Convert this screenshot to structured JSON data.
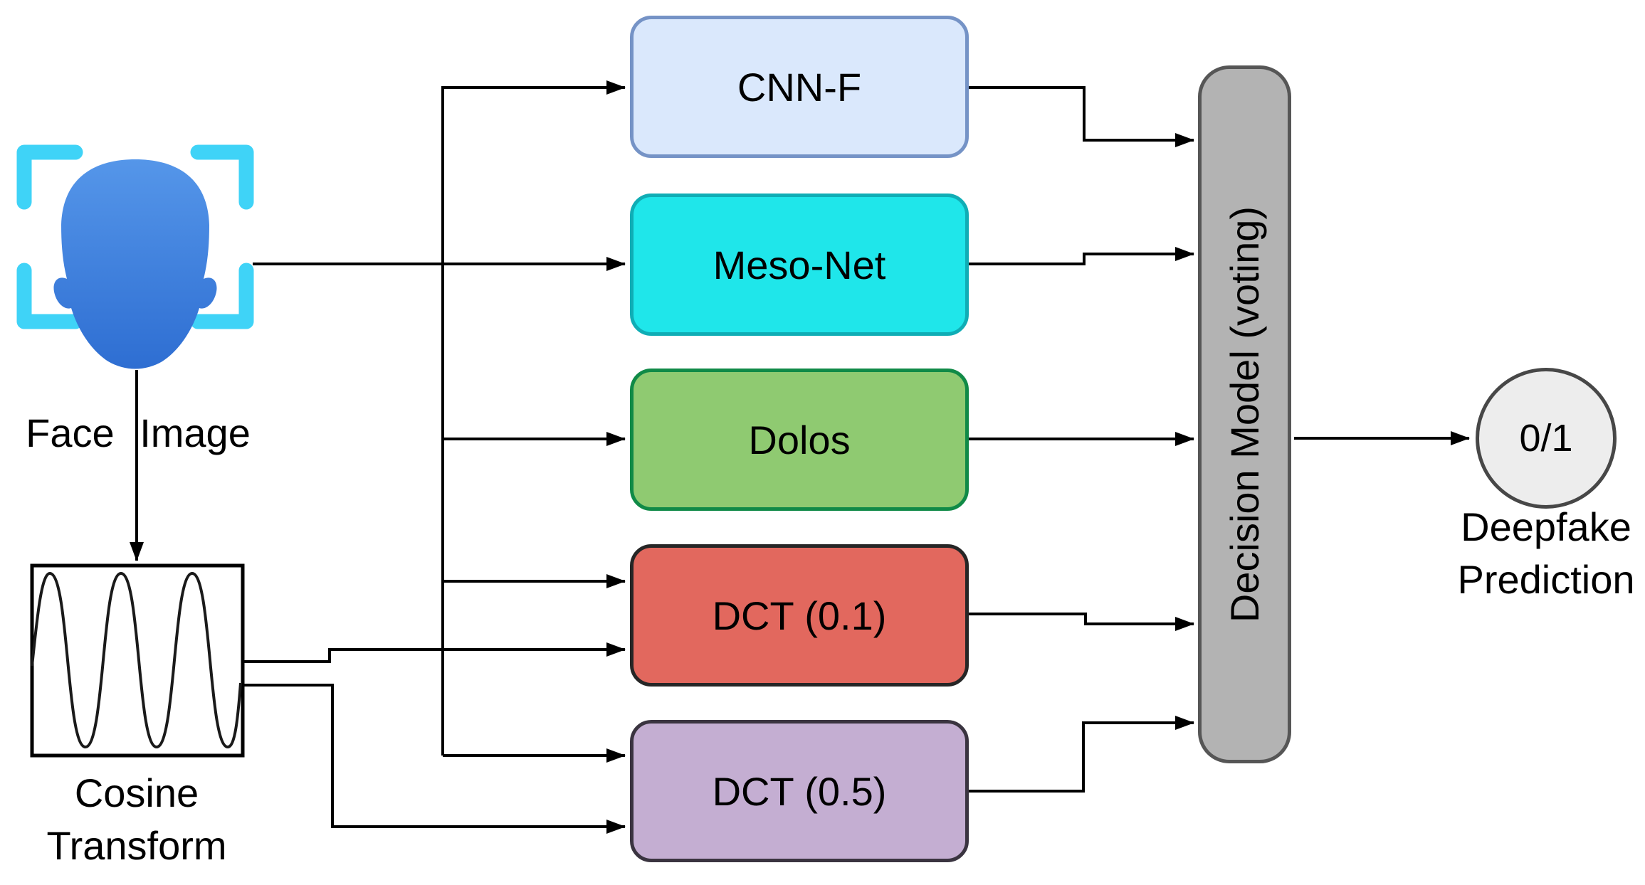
{
  "face": {
    "label": "Face Image"
  },
  "cosine_transform": {
    "line1": "Cosine",
    "line2": "Transform"
  },
  "models": [
    {
      "label": "CNN-F",
      "fill": "#dae8fc",
      "stroke": "#7593c6"
    },
    {
      "label": "Meso-Net",
      "fill": "#1fe6ea",
      "stroke": "#10adb5"
    },
    {
      "label": "Dolos",
      "fill": "#8fca71",
      "stroke": "#108a47"
    },
    {
      "label": "DCT (0.1)",
      "fill": "#e2685e",
      "stroke": "#262626"
    },
    {
      "label": "DCT (0.5)",
      "fill": "#c4aed2",
      "stroke": "#3a3440"
    }
  ],
  "decision_model": {
    "label": "Decision Model (voting)",
    "fill": "#b3b3b3",
    "stroke": "#565656"
  },
  "prediction": {
    "value": "0/1",
    "line1": "Deepfake",
    "line2": "Prediction",
    "fill": "#ededed",
    "stroke": "#474747"
  },
  "colors": {
    "face_bracket": "#3fd3f7",
    "face_head_top": "#5596e9",
    "face_head_bottom": "#2e6ed2",
    "wire": "#000000",
    "background": "#ffffff"
  },
  "edges": [
    {
      "from": "Face Image",
      "to": "CNN-F"
    },
    {
      "from": "Face Image",
      "to": "Meso-Net"
    },
    {
      "from": "Face Image",
      "to": "Dolos"
    },
    {
      "from": "Face Image",
      "to": "DCT (0.1)"
    },
    {
      "from": "Face Image",
      "to": "DCT (0.5)"
    },
    {
      "from": "Face Image",
      "to": "Cosine Transform"
    },
    {
      "from": "Cosine Transform",
      "to": "DCT (0.1)"
    },
    {
      "from": "Cosine Transform",
      "to": "DCT (0.5)"
    },
    {
      "from": "CNN-F",
      "to": "Decision Model (voting)"
    },
    {
      "from": "Meso-Net",
      "to": "Decision Model (voting)"
    },
    {
      "from": "Dolos",
      "to": "Decision Model (voting)"
    },
    {
      "from": "DCT (0.1)",
      "to": "Decision Model (voting)"
    },
    {
      "from": "DCT (0.5)",
      "to": "Decision Model (voting)"
    },
    {
      "from": "Decision Model (voting)",
      "to": "Deepfake Prediction 0/1"
    }
  ]
}
